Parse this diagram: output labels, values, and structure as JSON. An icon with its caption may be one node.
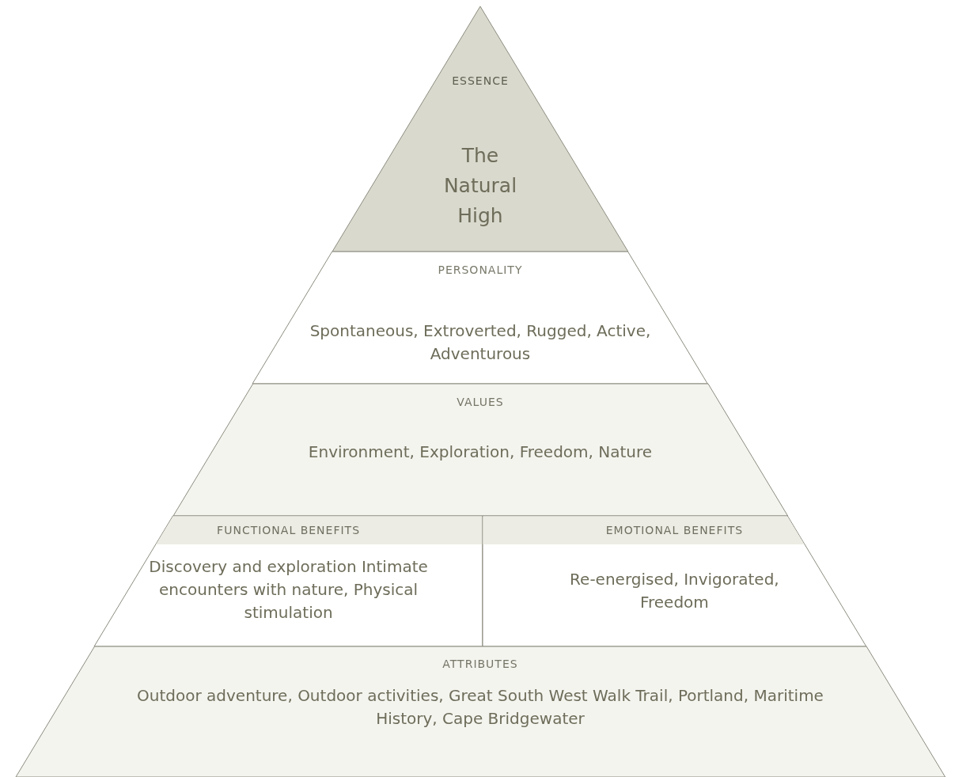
{
  "diagram": {
    "nodes": [
      {
        "text": [
          "ESSENCE",
          "The Natural High"
        ]
      },
      {
        "text": [
          "PERSONALITY",
          "Spontaneous, Extroverted, Rugged, Active, Adventurous"
        ]
      },
      {
        "text": [
          "VALUES",
          "Environment, Exploration, Freedom, Nature"
        ]
      },
      {
        "text": [
          "FUNCTIONAL BENEFITS",
          "Discovery and exploration Intimate encounters with nature, Physical stimulation"
        ]
      },
      {
        "text": [
          "EMOTIONAL BENEFITS",
          "Re-energised, Invigorated, Freedom"
        ]
      },
      {
        "text": [
          "ATTRIBUTES",
          "Outdoor adventure, Outdoor activities, Great South West Walk Trail, Portland, Maritime History, Cape Bridgewater"
        ]
      }
    ]
  }
}
